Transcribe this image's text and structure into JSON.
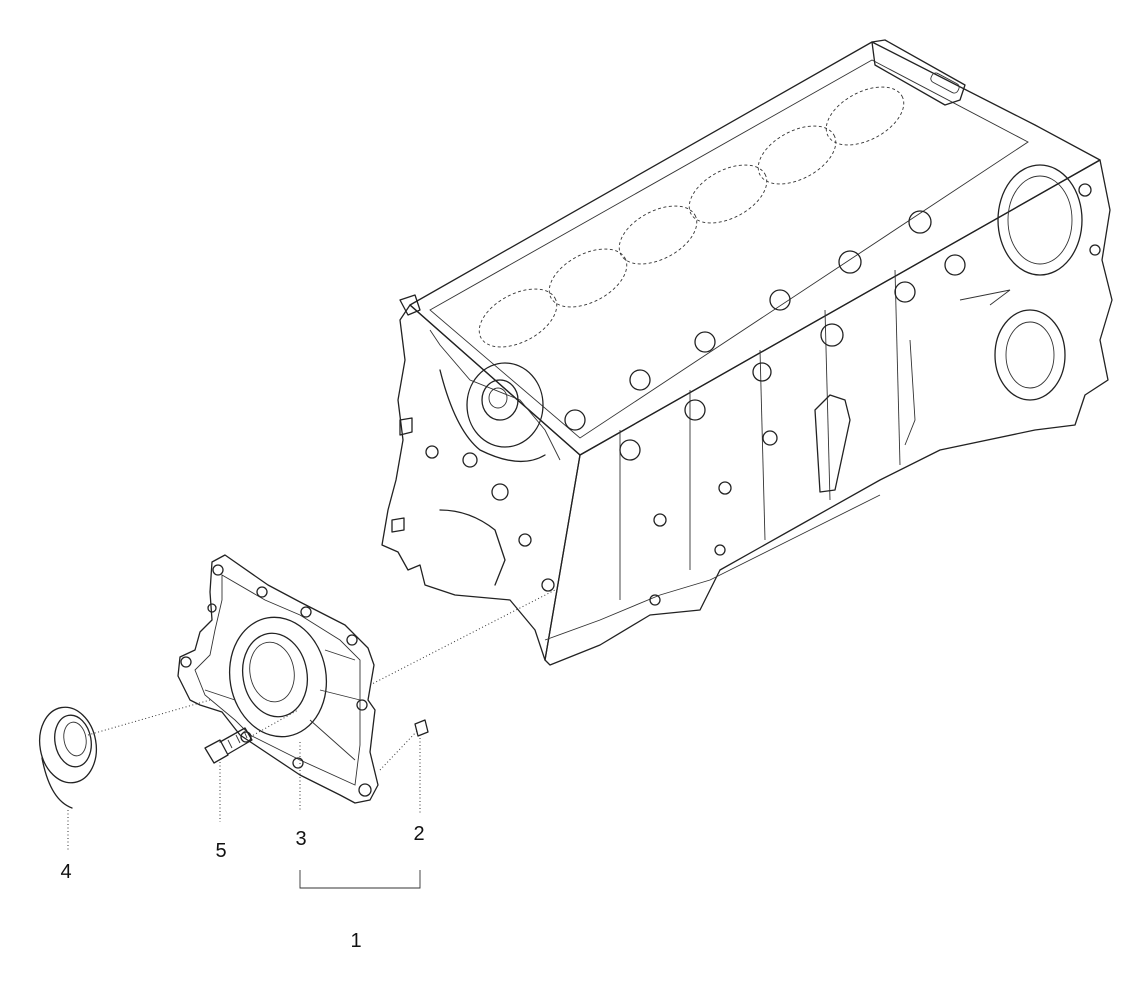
{
  "callouts": {
    "c1": "1",
    "c2": "2",
    "c3": "3",
    "c4": "4",
    "c5": "5"
  },
  "colors": {
    "ink": "#222222",
    "background": "#ffffff"
  }
}
